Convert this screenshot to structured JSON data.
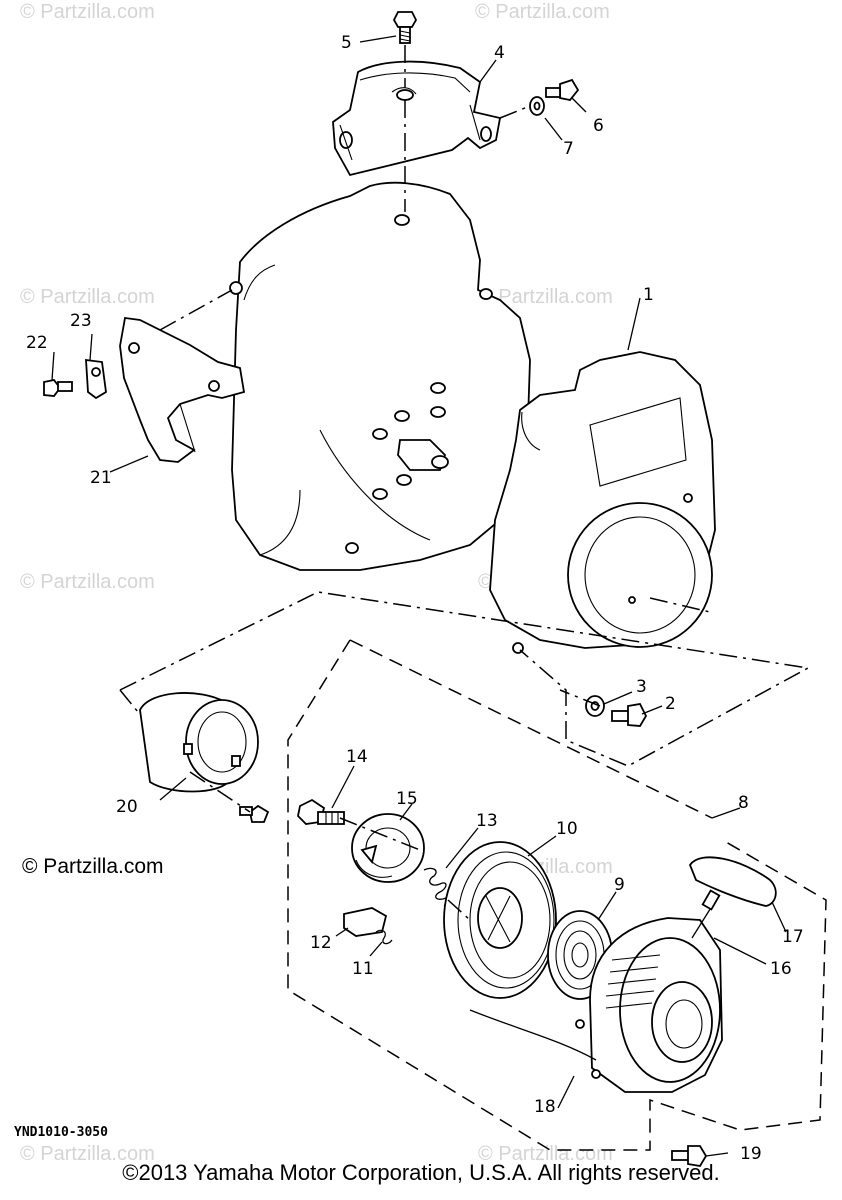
{
  "watermark": "© Partzilla.com",
  "notice": "© Partzilla.com",
  "diagram_code": "YND1010-3050",
  "copyright": "©2013  Yamaha Motor Corporation, U.S.A. All rights reserved.",
  "callouts": [
    {
      "id": "callout-1",
      "label": "1"
    },
    {
      "id": "callout-2",
      "label": "2"
    },
    {
      "id": "callout-3",
      "label": "3"
    },
    {
      "id": "callout-4",
      "label": "4"
    },
    {
      "id": "callout-5",
      "label": "5"
    },
    {
      "id": "callout-6",
      "label": "6"
    },
    {
      "id": "callout-7",
      "label": "7"
    },
    {
      "id": "callout-8",
      "label": "8"
    },
    {
      "id": "callout-9",
      "label": "9"
    },
    {
      "id": "callout-10",
      "label": "10"
    },
    {
      "id": "callout-11",
      "label": "11"
    },
    {
      "id": "callout-12",
      "label": "12"
    },
    {
      "id": "callout-13",
      "label": "13"
    },
    {
      "id": "callout-14",
      "label": "14"
    },
    {
      "id": "callout-15",
      "label": "15"
    },
    {
      "id": "callout-16",
      "label": "16"
    },
    {
      "id": "callout-17",
      "label": "17"
    },
    {
      "id": "callout-18",
      "label": "18"
    },
    {
      "id": "callout-19",
      "label": "19"
    },
    {
      "id": "callout-20",
      "label": "20"
    },
    {
      "id": "callout-21",
      "label": "21"
    },
    {
      "id": "callout-22",
      "label": "22"
    },
    {
      "id": "callout-23",
      "label": "23"
    }
  ]
}
